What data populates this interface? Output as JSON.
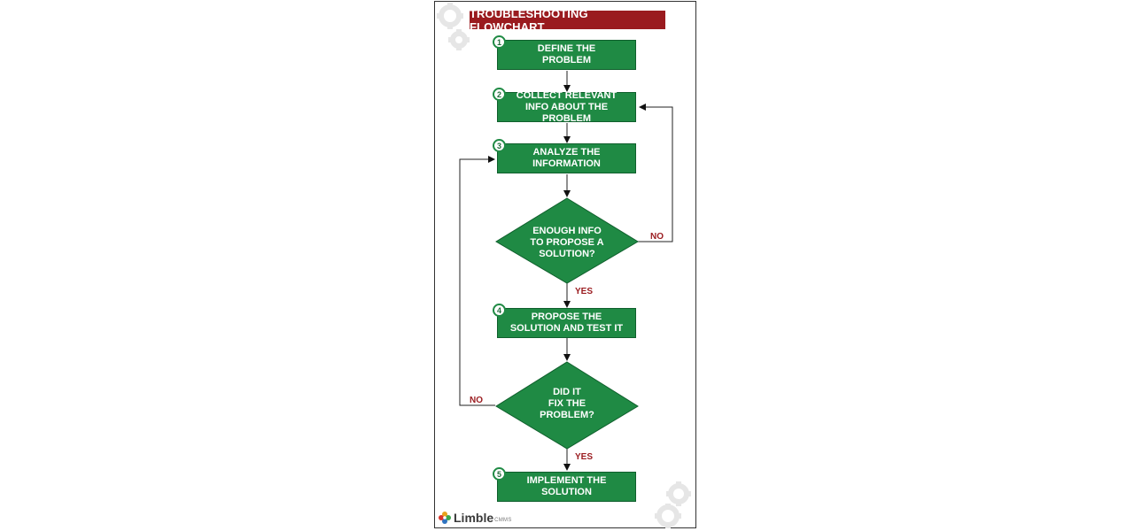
{
  "title": "TROUBLESHOOTING FLOWCHART",
  "steps": [
    {
      "number": "1",
      "label": "DEFINE THE\nPROBLEM"
    },
    {
      "number": "2",
      "label": "COLLECT RELEVANT\nINFO ABOUT THE PROBLEM"
    },
    {
      "number": "3",
      "label": "ANALYZE THE\nINFORMATION"
    },
    {
      "number": "4",
      "label": "PROPOSE THE\nSOLUTION AND TEST IT"
    },
    {
      "number": "5",
      "label": "IMPLEMENT THE\nSOLUTION"
    }
  ],
  "decisions": [
    {
      "label": "ENOUGH INFO\nTO PROPOSE A\nSOLUTION?",
      "yes": "YES",
      "no": "NO"
    },
    {
      "label": "DID IT\nFIX THE\nPROBLEM?",
      "yes": "YES",
      "no": "NO"
    }
  ],
  "logo": {
    "word": "Limble",
    "sub": "CMMS"
  },
  "colors": {
    "box_fill": "#1f8a44",
    "title_fill": "#9a1b1f",
    "label_text": "#9a1b1f"
  }
}
